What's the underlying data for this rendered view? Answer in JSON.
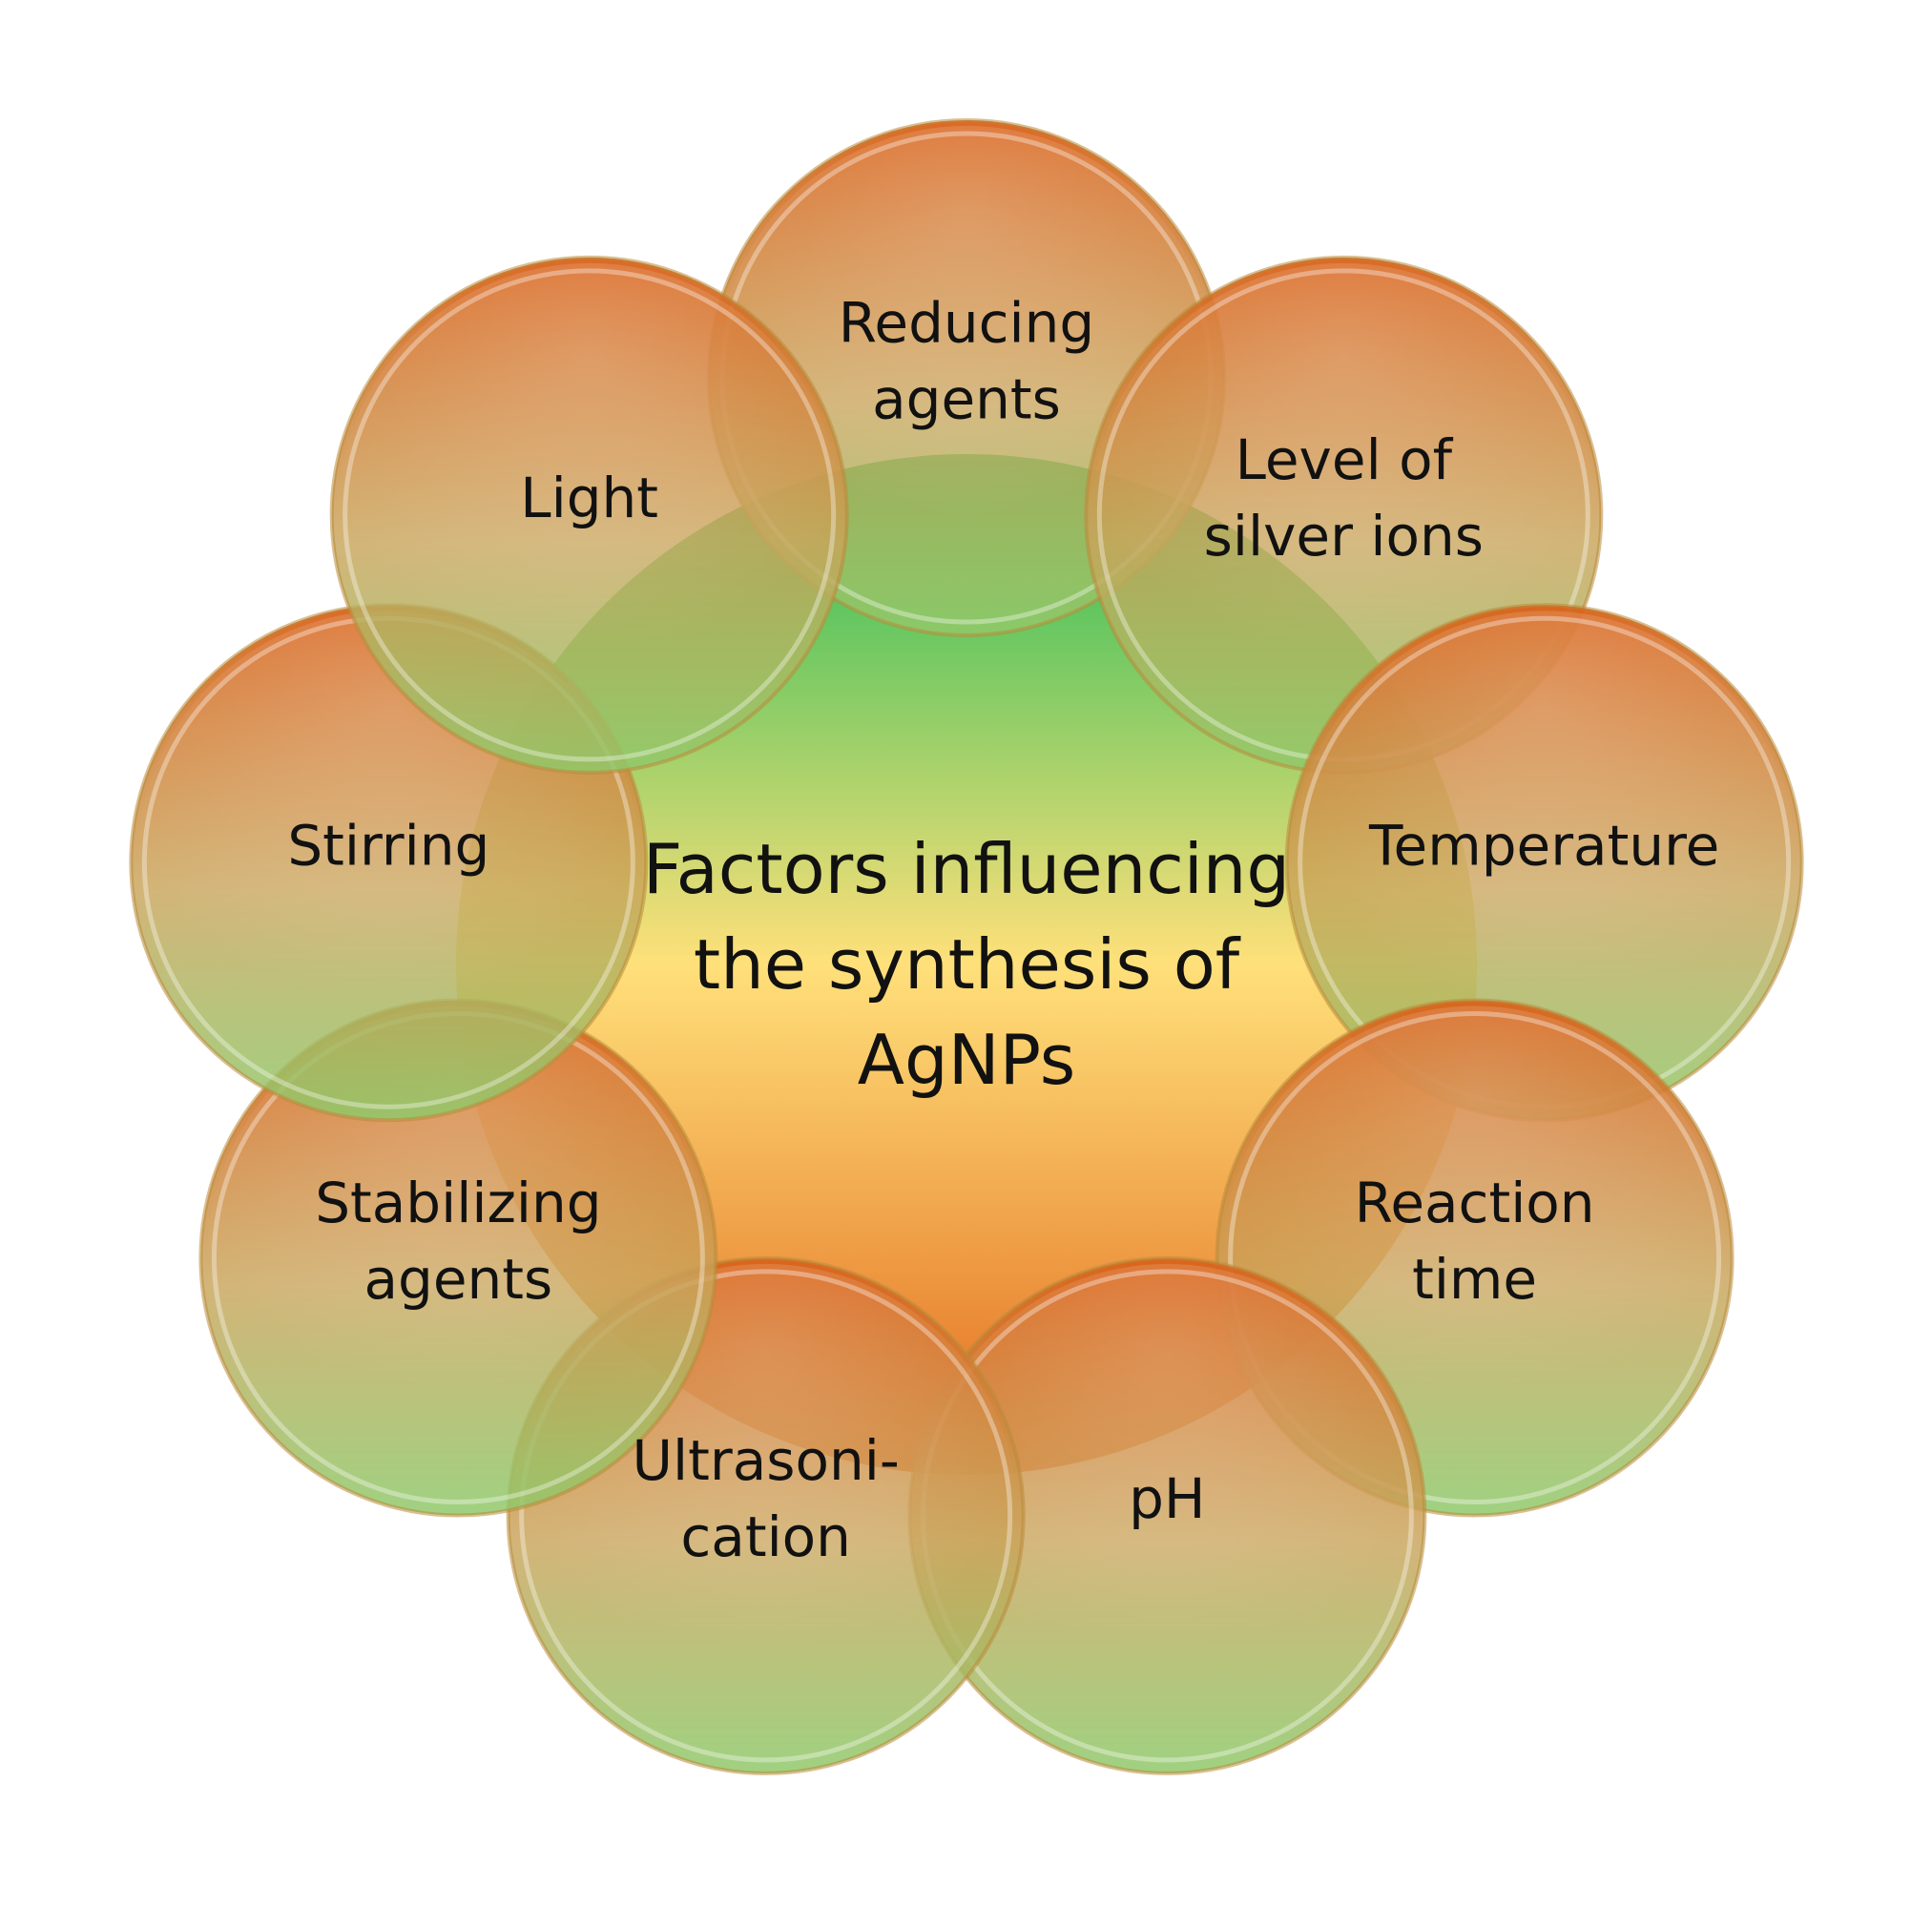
{
  "diagram": {
    "center": {
      "lines": [
        "Factors influencing",
        "the synthesis of",
        "AgNPs"
      ]
    },
    "factors": [
      {
        "id": "reducing-agents",
        "lines": [
          "Reducing",
          "agents"
        ]
      },
      {
        "id": "level-of-silver-ions",
        "lines": [
          "Level of",
          "silver ions"
        ]
      },
      {
        "id": "temperature",
        "lines": [
          "Temperature"
        ]
      },
      {
        "id": "reaction-time",
        "lines": [
          "Reaction",
          "time"
        ]
      },
      {
        "id": "ph",
        "lines": [
          "pH"
        ]
      },
      {
        "id": "ultrasonication",
        "lines": [
          "Ultrasoni-",
          "cation"
        ]
      },
      {
        "id": "stabilizing-agents",
        "lines": [
          "Stabilizing",
          "agents"
        ]
      },
      {
        "id": "stirring",
        "lines": [
          "Stirring"
        ]
      },
      {
        "id": "light",
        "lines": [
          "Light"
        ]
      }
    ],
    "colors": {
      "center_top": "#1fbb55",
      "center_mid": "#ffe07a",
      "center_bottom": "#e2681c",
      "satellite_top": "#d9621a",
      "satellite_bottom": "#8fc96a"
    }
  }
}
